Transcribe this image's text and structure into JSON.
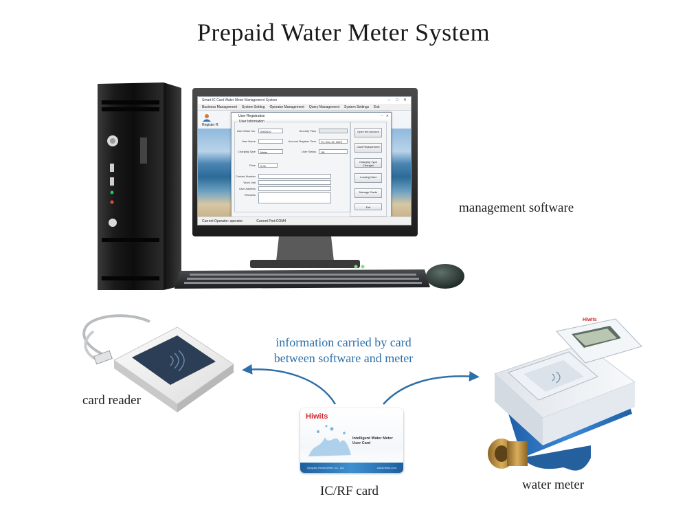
{
  "title": "Prepaid Water Meter System",
  "labels": {
    "management_software": "management software",
    "card_reader": "card reader",
    "ic_rf_card": "IC/RF card",
    "water_meter": "water meter",
    "info_line1": "information carried by card",
    "info_line2": "between software and meter"
  },
  "software": {
    "window_title": "Smart IC Card Water Meter Management System",
    "menu": [
      "Business Management",
      "System Setting",
      "Operator Management",
      "Query Management",
      "System Settings",
      "Exit"
    ],
    "register_label": "Register R",
    "dialog_title": "User Registration",
    "group_label": "User Information",
    "fields": {
      "meter_no_label": "User Meter No.",
      "meter_no_value": "0000010",
      "security_pass_label": "Security Pass",
      "user_name_label": "User Name",
      "account_label": "Account Register Time",
      "account_value": "Fri, Dec 15, 2023",
      "charging_type_label": "Charging Type",
      "charging_type_value": "Meter",
      "user_status_label": "User Status",
      "user_status_value": "Off",
      "price_label": "Price",
      "price_value": "0.00",
      "contact_label": "Contact Number",
      "work_unit_label": "Work Unit",
      "address_label": "User Address",
      "remarks_label": "Remarks"
    },
    "buttons": [
      "Open the Account",
      "Card Replacement",
      "Charging Type Changes",
      "Lossing Card",
      "Manage Cards",
      "Exit"
    ],
    "status_operator": "Current Operator: operator",
    "status_port": "Current Port:COM4"
  },
  "card": {
    "brand": "Hiwits",
    "name_line1": "Intelligent Water Meter",
    "name_line2": "User Card",
    "company": "Qingdao Hiwits Meter Co., Ltd.",
    "website": "www.hiwits.com"
  },
  "meter": {
    "brand": "Hiwits"
  },
  "colors": {
    "arrow": "#2d6fa8",
    "card_brand": "#d2282e",
    "meter_body": "#eef1f4",
    "meter_blue": "#2f74c0",
    "brass": "#b5893a"
  }
}
